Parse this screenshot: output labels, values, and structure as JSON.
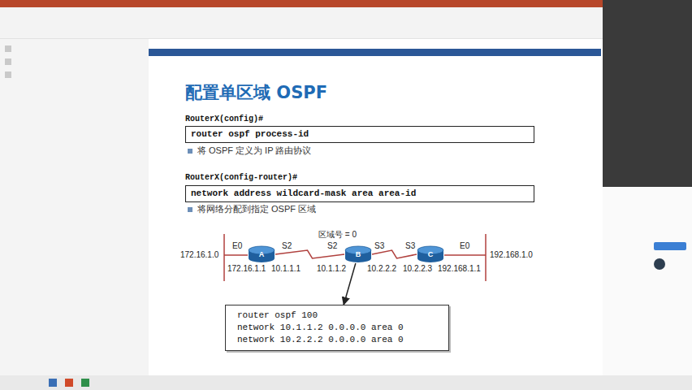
{
  "diagram": {
    "title": "配置单区域 OSPF",
    "nodes": [
      {
        "text": [
          "router ospf process-id"
        ]
      },
      {
        "text": [
          "network address wildcard-mask area area-id"
        ]
      },
      {
        "text": [
          "A"
        ]
      },
      {
        "text": [
          "B"
        ]
      },
      {
        "text": [
          "C"
        ]
      },
      {
        "text": [
          "router ospf 100",
          "network 10.1.1.2 0.0.0.0 area 0",
          "network 10.2.2.2 0.0.0.0 area 0"
        ]
      }
    ],
    "edges": [
      {
        "from": 2,
        "to": 3,
        "arrow": "none"
      },
      {
        "from": 3,
        "to": 4,
        "arrow": "none"
      },
      {
        "from": 3,
        "to": 5,
        "arrow": "to"
      }
    ],
    "labels": [
      "RouterX(config)#",
      "将 OSPF 定义为 IP 路由协议",
      "RouterX(config-router)#",
      "将网络分配到指定 OSPF 区域",
      "区域号 = 0",
      "172.16.1.0",
      "E0",
      "S2",
      "S2",
      "S3",
      "S3",
      "E0",
      "192.168.1.0",
      "172.16.1.1",
      "10.1.1.1",
      "10.1.1.2",
      "10.2.2.2",
      "10.2.2.3",
      "192.168.1.1"
    ]
  }
}
